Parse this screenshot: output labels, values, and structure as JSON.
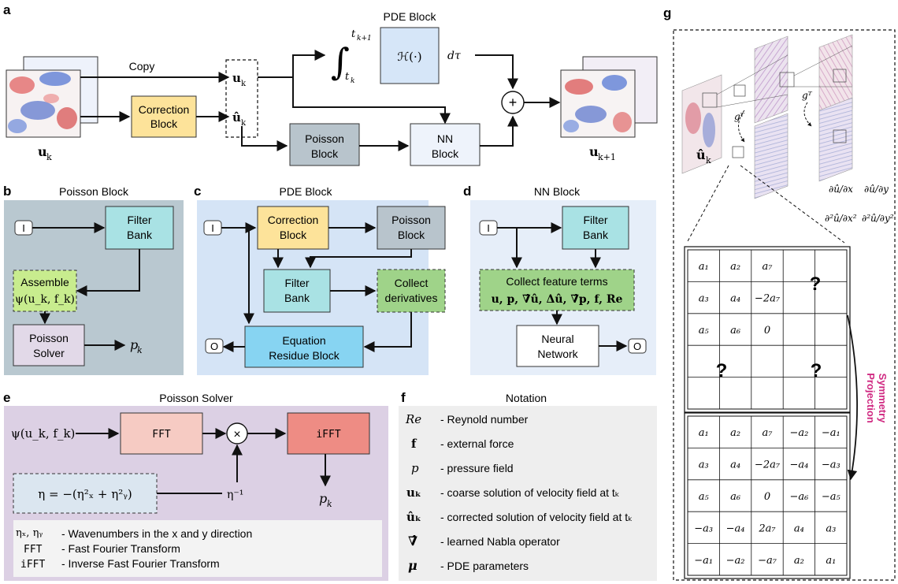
{
  "panel_a": {
    "label": "a",
    "pde_block_title": "PDE Block",
    "copy_label": "Copy",
    "correction_block": [
      "Correction",
      "Block"
    ],
    "poisson_block": [
      "Poisson",
      "Block"
    ],
    "nn_block": [
      "NN",
      "Block"
    ],
    "operator": "ℋ(·)",
    "integral_upper": "t",
    "integral_upper_sub": "k+1",
    "integral_lower": "t",
    "integral_lower_sub": "k",
    "dtau": "dτ",
    "u_k": "u",
    "u_k_sub": "k",
    "u_hat_k": "û",
    "u_hat_k_sub": "k",
    "u_k1": "u",
    "u_k1_sub": "k+1",
    "plus": "+"
  },
  "panel_b": {
    "label": "b",
    "title": "Poisson Block",
    "input": "I",
    "filter_bank": [
      "Filter",
      "Bank"
    ],
    "assemble": [
      "Assemble",
      "ψ(u_k, f_k)"
    ],
    "solver": [
      "Poisson",
      "Solver"
    ],
    "output": "p",
    "output_sub": "k"
  },
  "panel_c": {
    "label": "c",
    "title": "PDE Block",
    "input": "I",
    "output": "O",
    "correction": [
      "Correction",
      "Block"
    ],
    "poisson": [
      "Poisson",
      "Block"
    ],
    "filter_bank": [
      "Filter",
      "Bank"
    ],
    "collect": [
      "Collect",
      "derivatives"
    ],
    "equation": [
      "Equation",
      "Residue Block"
    ]
  },
  "panel_d": {
    "label": "d",
    "title": "NN Block",
    "input": "I",
    "output": "O",
    "filter_bank": [
      "Filter",
      "Bank"
    ],
    "collect_title": "Collect feature terms",
    "collect_terms": "u, p, ∇̂û, Δû, ∇̂p, f, Re",
    "network": [
      "Neural",
      "Network"
    ]
  },
  "panel_e": {
    "label": "e",
    "title": "Poisson Solver",
    "input": "ψ(u_k, f_k)",
    "fft": "FFT",
    "ifft": "iFFT",
    "times": "×",
    "eta_eq": "η = −(η²ₓ + η²ᵧ)",
    "eta_inv": "η⁻¹",
    "output": "p",
    "output_sub": "k",
    "legend": [
      {
        "term": "ηₓ, ηᵧ",
        "desc": "- Wavenumbers in the x and y direction"
      },
      {
        "term": "FFT",
        "desc": "- Fast Fourier Transform"
      },
      {
        "term": "iFFT",
        "desc": "- Inverse Fast Fourier Transform"
      }
    ]
  },
  "panel_f": {
    "label": "f",
    "title": "Notation",
    "items": [
      {
        "sym": "Re",
        "desc": "- Reynold number"
      },
      {
        "sym": "f",
        "desc": "- external force"
      },
      {
        "sym": "p",
        "desc": "- pressure field"
      },
      {
        "sym": "uₖ",
        "desc": "- coarse solution of velocity field at  tₖ"
      },
      {
        "sym": "ûₖ",
        "desc": "- corrected solution of velocity field at  tₖ"
      },
      {
        "sym": "∇̂",
        "desc": "- learned Nabla operator"
      },
      {
        "sym": "μ",
        "desc": "- PDE parameters"
      }
    ]
  },
  "panel_g": {
    "label": "g",
    "u_hat": "û",
    "u_hat_sub": "k",
    "gT": "gᵀ",
    "derivs": [
      "∂û/∂x",
      "∂û/∂y",
      "∂²û/∂x²",
      "∂²û/∂y²"
    ],
    "symmetry": [
      "Symmetry",
      "Projection"
    ],
    "question": "?",
    "top_grid": [
      [
        "a₁",
        "a₂",
        "a₇"
      ],
      [
        "a₃",
        "a₄",
        "−2a₇"
      ],
      [
        "a₅",
        "a₆",
        "0"
      ]
    ],
    "bottom_grid": [
      [
        "a₁",
        "a₂",
        "a₇",
        "−a₂",
        "−a₁"
      ],
      [
        "a₃",
        "a₄",
        "−2a₇",
        "−a₄",
        "−a₃"
      ],
      [
        "a₅",
        "a₆",
        "0",
        "−a₆",
        "−a₅"
      ],
      [
        "−a₃",
        "−a₄",
        "2a₇",
        "a₄",
        "a₃"
      ],
      [
        "−a₁",
        "−a₂",
        "−a₇",
        "a₂",
        "a₁"
      ]
    ]
  },
  "colors": {
    "correction": "#fde39a",
    "poisson_block": "#b8c4cc",
    "nn_block": "#eef3fb",
    "pde_block": "#d6e6f8",
    "filter_bank": "#a9e2e4",
    "assemble": "#c8ec8e",
    "solver": "#e2d9e8",
    "collect": "#9fd389",
    "equation": "#87d4f2",
    "panel_b_bg": "#b9c8d0",
    "panel_c_bg": "#d5e4f6",
    "panel_d_bg": "#e6eef9",
    "panel_e_bg": "#dcd0e4",
    "fft": "#f6cbc3",
    "ifft": "#ee8c84",
    "eta_box": "#dbe6f0",
    "notation_bg": "#eeeeee",
    "symmetry_text": "#d02a82"
  }
}
